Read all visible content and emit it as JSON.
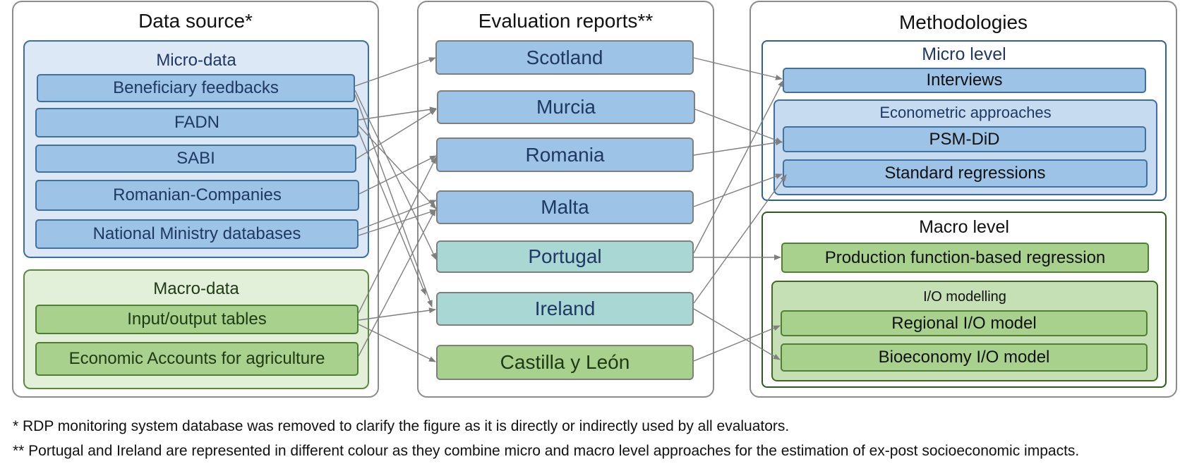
{
  "data_source": {
    "title": "Data source*",
    "micro": {
      "title": "Micro-data",
      "items": [
        "Beneficiary feedbacks",
        "FADN",
        "SABI",
        "Romanian-Companies",
        "National Ministry databases"
      ]
    },
    "macro": {
      "title": "Macro-data",
      "items": [
        "Input/output tables",
        "Economic Accounts for agriculture"
      ]
    }
  },
  "reports": {
    "title": "Evaluation reports**",
    "items": [
      "Scotland",
      "Murcia",
      "Romania",
      "Malta",
      "Portugal",
      "Ireland",
      "Castilla y León"
    ]
  },
  "methodologies": {
    "title": "Methodologies",
    "micro_level": {
      "title": "Micro level",
      "interviews": "Interviews",
      "econometric": {
        "title": "Econometric approaches",
        "items": [
          "PSM-DiD",
          "Standard regressions"
        ]
      }
    },
    "macro_level": {
      "title": "Macro level",
      "production": "Production function-based regression",
      "io": {
        "title": "I/O modelling",
        "items": [
          "Regional I/O model",
          "Bioeconomy I/O model"
        ]
      }
    }
  },
  "footnotes": [
    "* RDP monitoring system database was removed to clarify the figure as it is directly or indirectly used by all evaluators.",
    "** Portugal and Ireland are represented in different colour as they combine micro and macro level approaches for the estimation of ex-post socioeconomic impacts."
  ],
  "links": [
    [
      "Beneficiary feedbacks",
      "Scotland"
    ],
    [
      "Beneficiary feedbacks",
      "Portugal"
    ],
    [
      "Beneficiary feedbacks",
      "Ireland"
    ],
    [
      "FADN",
      "Murcia"
    ],
    [
      "FADN",
      "Malta"
    ],
    [
      "FADN",
      "Ireland"
    ],
    [
      "SABI",
      "Murcia"
    ],
    [
      "Romanian-Companies",
      "Romania"
    ],
    [
      "National Ministry databases",
      "Malta"
    ],
    [
      "National Ministry databases",
      "Malta"
    ],
    [
      "Input/output tables",
      "Romania"
    ],
    [
      "Input/output tables",
      "Ireland"
    ],
    [
      "Input/output tables",
      "Castilla y León"
    ],
    [
      "Economic Accounts for agriculture",
      "Malta"
    ],
    [
      "Scotland",
      "Interviews"
    ],
    [
      "Murcia",
      "PSM-DiD"
    ],
    [
      "Romania",
      "PSM-DiD"
    ],
    [
      "Malta",
      "Standard regressions"
    ],
    [
      "Portugal",
      "Interviews"
    ],
    [
      "Portugal",
      "Production function-based regression"
    ],
    [
      "Ireland",
      "Standard regressions"
    ],
    [
      "Ireland",
      "Bioeconomy I/O model"
    ],
    [
      "Castilla y León",
      "Regional I/O model"
    ]
  ],
  "colors": {
    "arrow": "#7f7f7f",
    "blue_box": "#9dc3e6",
    "teal_box": "#a9d8d4",
    "green_box": "#a9d18e"
  }
}
